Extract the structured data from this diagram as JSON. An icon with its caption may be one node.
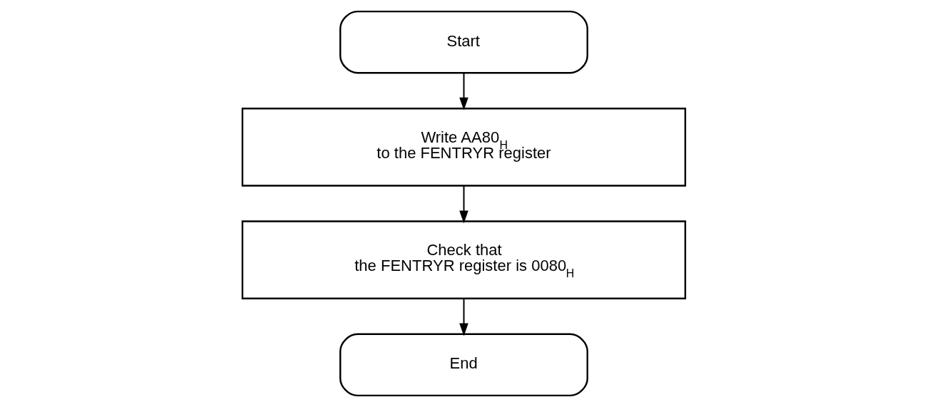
{
  "diagram": {
    "nodes": [
      {
        "text": [
          "Start"
        ]
      },
      {
        "text": [
          "Write AA80$_{H}$ to the FENTRYR register"
        ]
      },
      {
        "text": [
          "Check that the FENTRYR register is 0080$_{H}$"
        ]
      },
      {
        "text": [
          "End"
        ]
      }
    ],
    "edges": [
      {
        "from": 0,
        "to": 1,
        "arrow": "to"
      },
      {
        "from": 1,
        "to": 2,
        "arrow": "to"
      },
      {
        "from": 2,
        "to": 3,
        "arrow": "to"
      }
    ]
  }
}
